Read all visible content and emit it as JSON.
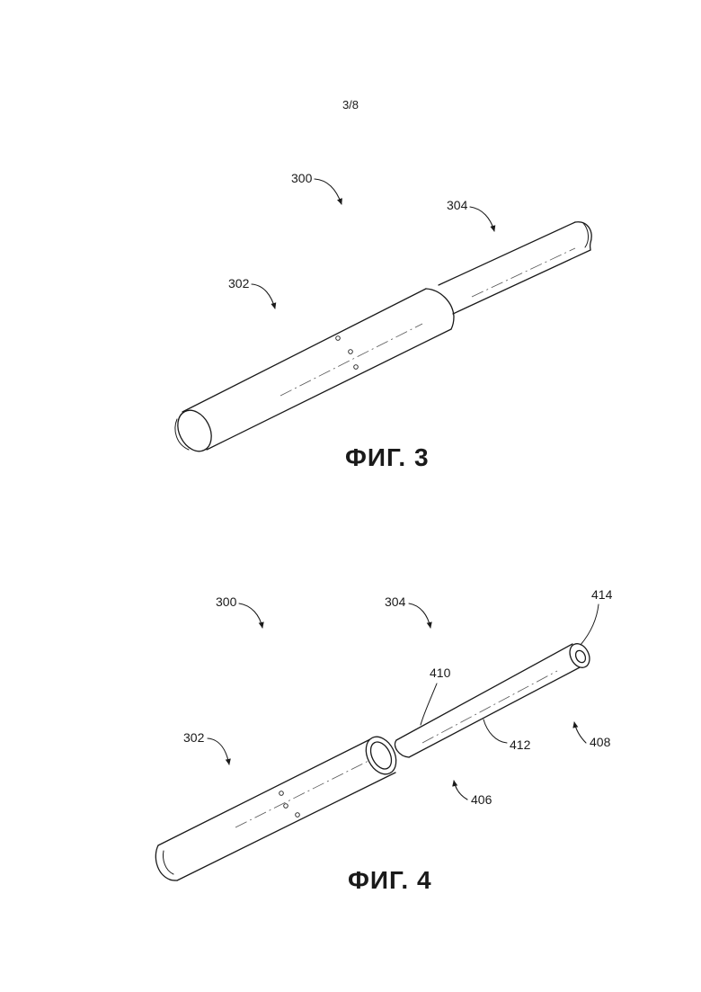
{
  "page_number": "3/8",
  "figure3": {
    "caption": "ФИГ. 3",
    "refs": {
      "r300": "300",
      "r302": "302",
      "r304": "304"
    }
  },
  "figure4": {
    "caption": "ФИГ. 4",
    "refs": {
      "r300": "300",
      "r302": "302",
      "r304": "304",
      "r406": "406",
      "r408": "408",
      "r410": "410",
      "r412": "412",
      "r414": "414"
    }
  }
}
